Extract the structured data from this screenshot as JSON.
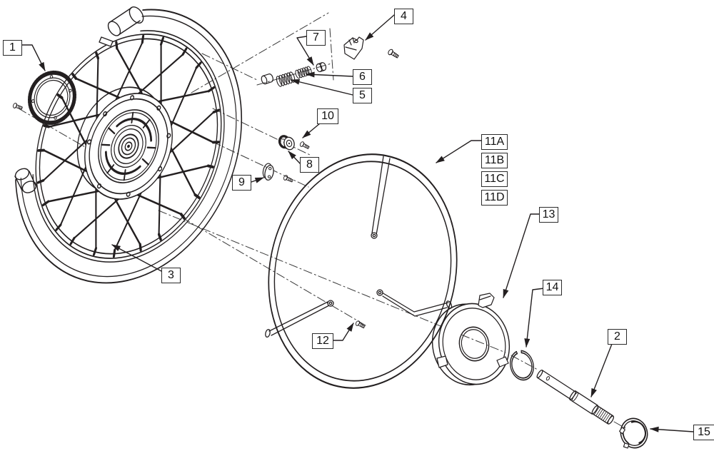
{
  "diagram": {
    "background": "#ffffff",
    "line_color": "#231f20",
    "callouts": [
      {
        "label": "1"
      },
      {
        "label": "2"
      },
      {
        "label": "3"
      },
      {
        "label": "4"
      },
      {
        "label": "5"
      },
      {
        "label": "6"
      },
      {
        "label": "7"
      },
      {
        "label": "8"
      },
      {
        "label": "9"
      },
      {
        "label": "10"
      },
      {
        "label": "11A"
      },
      {
        "label": "11B"
      },
      {
        "label": "11C"
      },
      {
        "label": "11D"
      },
      {
        "label": "12"
      },
      {
        "label": "13"
      },
      {
        "label": "14"
      },
      {
        "label": "15"
      }
    ]
  }
}
